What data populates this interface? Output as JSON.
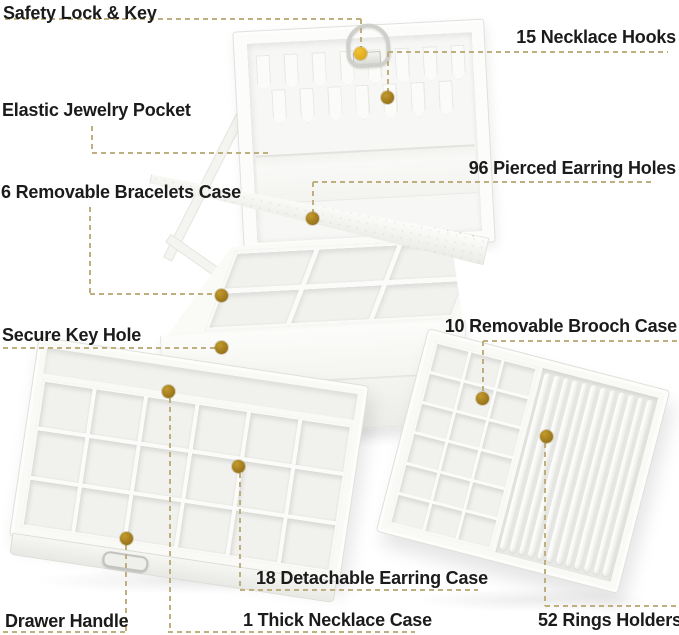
{
  "labels": {
    "safety_lock_key": "Safety Lock & Key",
    "necklace_hooks": "15 Necklace Hooks",
    "elastic_jewelry_pocket": "Elastic Jewelry Pocket",
    "pierced_earring_holes": "96 Pierced Earring Holes",
    "removable_bracelets_case": "6 Removable Bracelets Case",
    "secure_key_hole": "Secure Key Hole",
    "removable_brooch_case": "10 Removable Brooch Case",
    "detachable_earring_case": "18 Detachable Earring Case",
    "thick_necklace_case": "1 Thick Necklace Case",
    "rings_holders": "52 Rings Holders",
    "drawer_handle": "Drawer Handle"
  },
  "figure": {
    "necklace_hooks_row1": 8,
    "necklace_hooks_row2": 7,
    "bracelet_compartments": 6,
    "drawer_compartments": 18,
    "brooch_compartments": 18,
    "ring_rolls": 12
  },
  "colors": {
    "label_text": "#1b1b1b",
    "connector_dash": "#bfae7e",
    "marker_gold": "#a8811e",
    "marker_bright_gold": "#dfab1d",
    "background": "#ffffff"
  }
}
